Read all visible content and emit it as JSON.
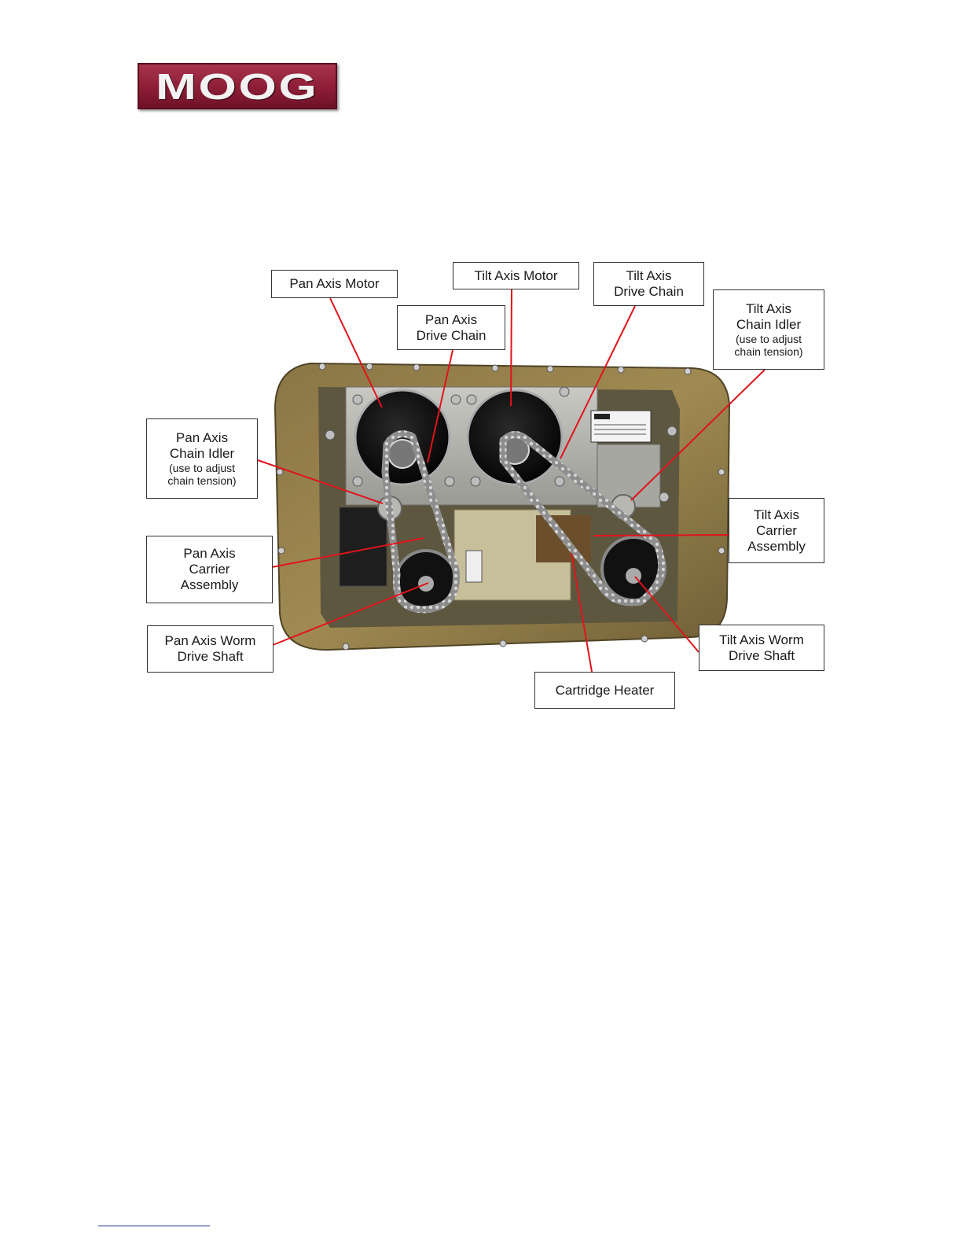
{
  "logo": {
    "text": "MOOG",
    "color": "#8c1d36"
  },
  "figure": {
    "labels": {
      "pan_axis_motor": "Pan Axis Motor",
      "tilt_axis_motor": "Tilt Axis Motor",
      "pan_axis_drive_chain": [
        "Pan Axis",
        "Drive Chain"
      ],
      "tilt_axis_drive_chain": [
        "Tilt Axis",
        "Drive Chain"
      ],
      "tilt_axis_chain_idler": [
        "Tilt Axis",
        "Chain Idler"
      ],
      "tilt_axis_chain_idler_note": [
        "(use to adjust",
        "chain tension)"
      ],
      "pan_axis_chain_idler": [
        "Pan Axis",
        "Chain Idler"
      ],
      "pan_axis_chain_idler_note": [
        "(use to adjust",
        "chain tension)"
      ],
      "pan_axis_carrier_assembly": [
        "Pan Axis",
        "Carrier",
        "Assembly"
      ],
      "tilt_axis_carrier_assembly": [
        "Tilt Axis",
        "Carrier",
        "Assembly"
      ],
      "pan_axis_worm_drive_shaft": [
        "Pan Axis Worm",
        "Drive Shaft"
      ],
      "tilt_axis_worm_drive_shaft": [
        "Tilt Axis Worm",
        "Drive Shaft"
      ],
      "cartridge_heater": "Cartridge Heater"
    },
    "leader_color": "#e0141c"
  }
}
